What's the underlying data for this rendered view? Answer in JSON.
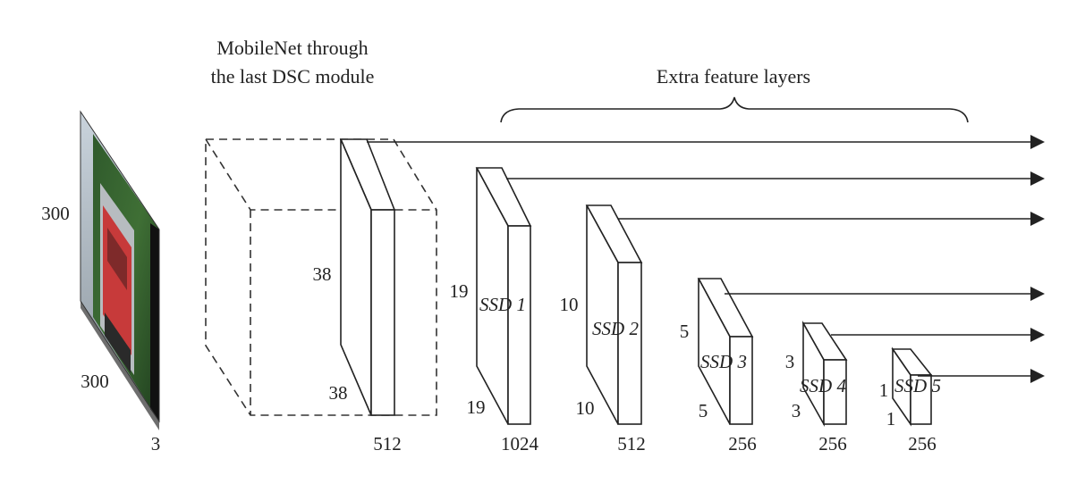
{
  "caption": {
    "mobilenet_line1": "MobileNet through",
    "mobilenet_line2": "the last DSC module",
    "extra": "Extra feature layers"
  },
  "input": {
    "height": "300",
    "width": "300",
    "channels": "3"
  },
  "base": {
    "height": "38",
    "width": "38",
    "channels": "512"
  },
  "ssd": [
    {
      "label": "SSD 1",
      "height": "19",
      "width": "19",
      "channels": "1024"
    },
    {
      "label": "SSD 2",
      "height": "10",
      "width": "10",
      "channels": "512"
    },
    {
      "label": "SSD 3",
      "height": "5",
      "width": "5",
      "channels": "256"
    },
    {
      "label": "SSD 4",
      "height": "3",
      "width": "3",
      "channels": "256"
    },
    {
      "label": "SSD 5",
      "height": "1",
      "width": "1",
      "channels": "256"
    }
  ],
  "colors": {
    "line": "#222222",
    "dashed": "#333333"
  }
}
